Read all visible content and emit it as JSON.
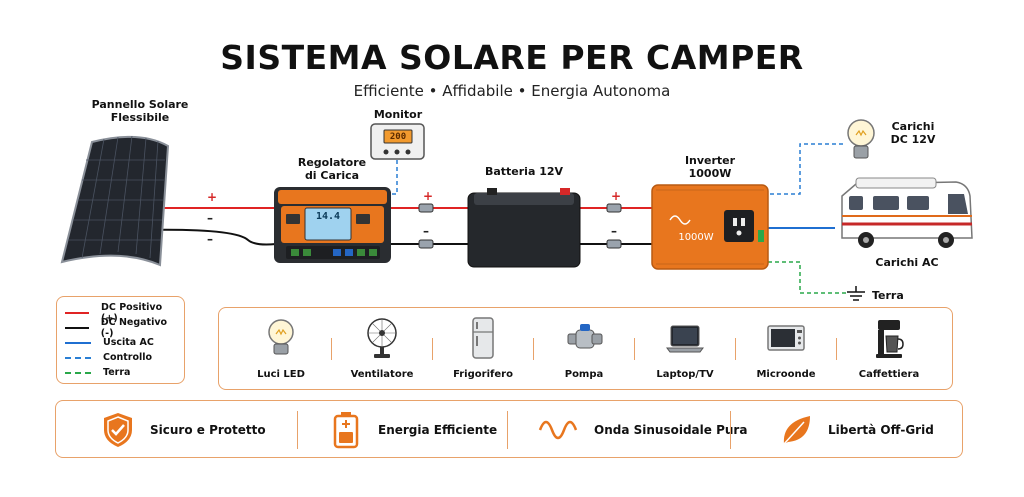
{
  "header": {
    "title": "SISTEMA SOLARE PER CAMPER",
    "subtitle": "Efficiente • Affidabile • Energia Autonoma"
  },
  "components": {
    "solar_panel": [
      "Pannello Solare",
      "Flessibile"
    ],
    "monitor": "Monitor",
    "monitor_display": "200",
    "controller": [
      "Regolatore",
      "di Carica"
    ],
    "controller_display": "14.4",
    "battery": "Batteria 12V",
    "inverter": [
      "Inverter",
      "1000W"
    ],
    "inverter_badge": "1000W",
    "dc_loads": [
      "Carichi",
      "DC 12V"
    ],
    "ac_loads": "Carichi AC",
    "ground": "Terra"
  },
  "signs": {
    "plus": "+",
    "minus": "–"
  },
  "legend": [
    {
      "label": "DC Positivo (+)",
      "color": "#e02424",
      "style": "solid"
    },
    {
      "label": "DC Negativo (-)",
      "color": "#111111",
      "style": "solid"
    },
    {
      "label": "Uscita AC",
      "color": "#1f6fd1",
      "style": "solid"
    },
    {
      "label": "Controllo",
      "color": "#2a7fd4",
      "style": "dashed"
    },
    {
      "label": "Terra",
      "color": "#2aa84a",
      "style": "dashed"
    }
  ],
  "appliances": [
    {
      "label": "Luci LED",
      "icon": "light-bulb-icon"
    },
    {
      "label": "Ventilatore",
      "icon": "fan-icon"
    },
    {
      "label": "Frigorifero",
      "icon": "fridge-icon"
    },
    {
      "label": "Pompa",
      "icon": "pump-icon"
    },
    {
      "label": "Laptop/TV",
      "icon": "laptop-icon"
    },
    {
      "label": "Microonde",
      "icon": "microwave-icon"
    },
    {
      "label": "Caffettiera",
      "icon": "coffee-maker-icon"
    }
  ],
  "features": [
    {
      "label": "Sicuro e Protetto",
      "icon": "shield-check-icon"
    },
    {
      "label": "Energia Efficiente",
      "icon": "battery-icon"
    },
    {
      "label": "Onda Sinusoidale Pura",
      "icon": "sine-wave-icon"
    },
    {
      "label": "Libertà Off-Grid",
      "icon": "leaf-icon"
    }
  ],
  "colors": {
    "accent": "#e8761e",
    "border": "#e8a26a",
    "dc_positive": "#e02424",
    "dc_negative": "#111111",
    "ac_output": "#1f6fd1",
    "control": "#2a7fd4",
    "ground": "#2aa84a"
  }
}
